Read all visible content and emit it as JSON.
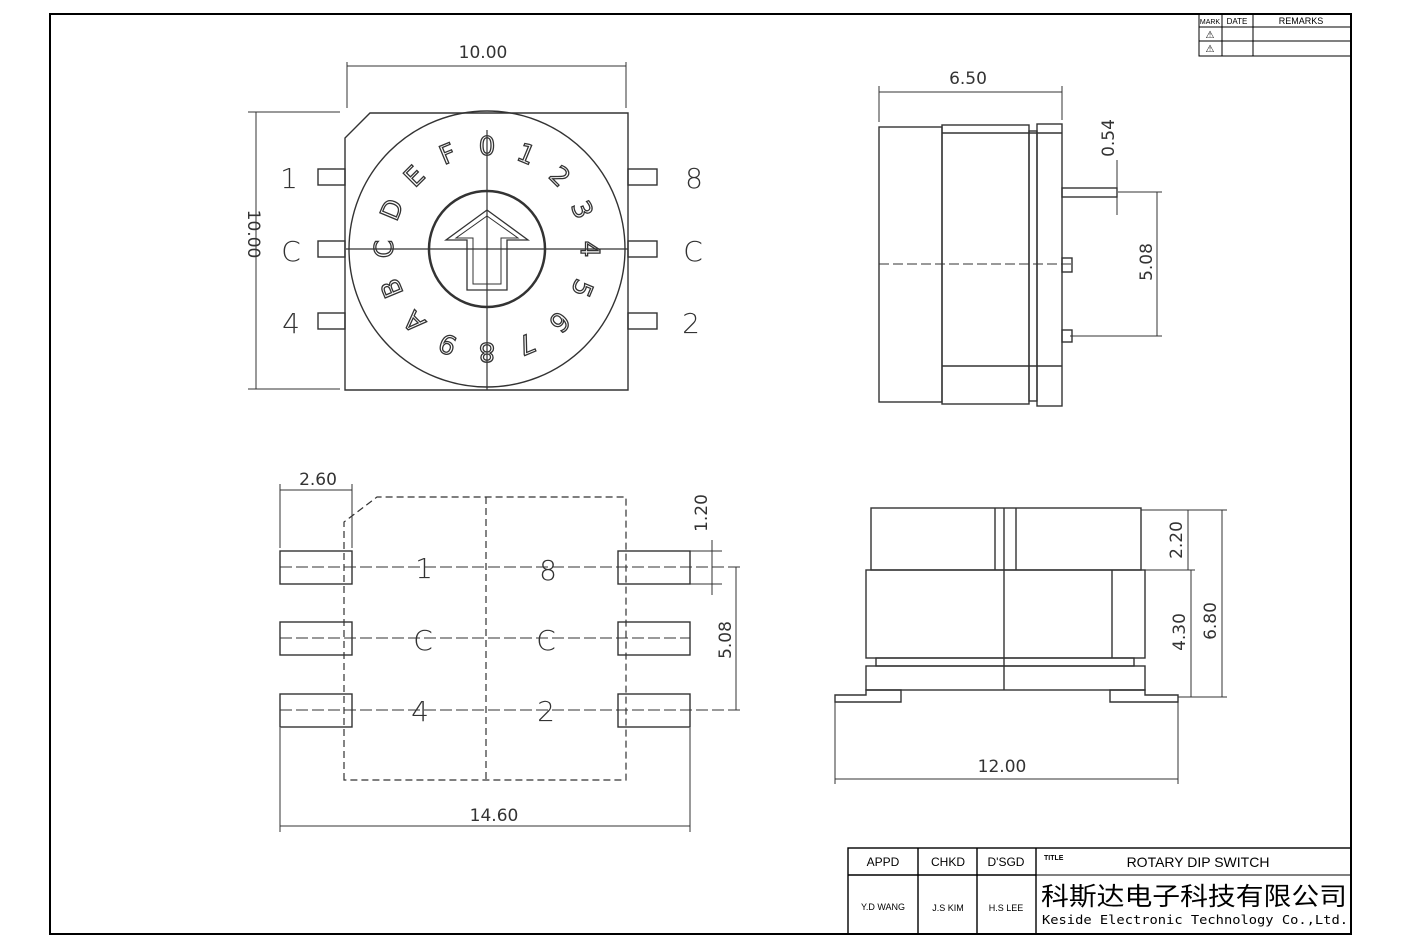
{
  "top_view": {
    "width_dim": "10.00",
    "height_dim": "10.00",
    "left_labels": [
      "1",
      "C",
      "4"
    ],
    "right_labels": [
      "8",
      "C",
      "2"
    ],
    "dial_chars": [
      "0",
      "1",
      "2",
      "3",
      "4",
      "5",
      "6",
      "7",
      "8",
      "9",
      "A",
      "B",
      "C",
      "D",
      "E",
      "F"
    ]
  },
  "side_view": {
    "width_dim": "6.50",
    "dim_054": "0.54",
    "dim_508": "5.08"
  },
  "footprint": {
    "dim_260": "2.60",
    "dim_120": "1.20",
    "dim_508": "5.08",
    "dim_1460": "14.60",
    "pad_labels": [
      "1",
      "8",
      "C",
      "C",
      "4",
      "2"
    ]
  },
  "front_view": {
    "dim_220": "2.20",
    "dim_430": "4.30",
    "dim_680": "6.80",
    "dim_1200": "12.00"
  },
  "revision_table": {
    "headers": [
      "MARK",
      "DATE",
      "REMARKS"
    ],
    "marks": [
      "⚠",
      "⚠"
    ]
  },
  "title_block": {
    "col_headers": [
      "APPD",
      "CHKD",
      "D'SGD"
    ],
    "names": [
      "Y.D WANG",
      "J.S KIM",
      "H.S LEE"
    ],
    "title_label": "TITLE",
    "title": "ROTARY DIP SWITCH",
    "company_cn": "科斯达电子科技有限公司",
    "company_en": "Keside Electronic Technology Co.,Ltd."
  }
}
